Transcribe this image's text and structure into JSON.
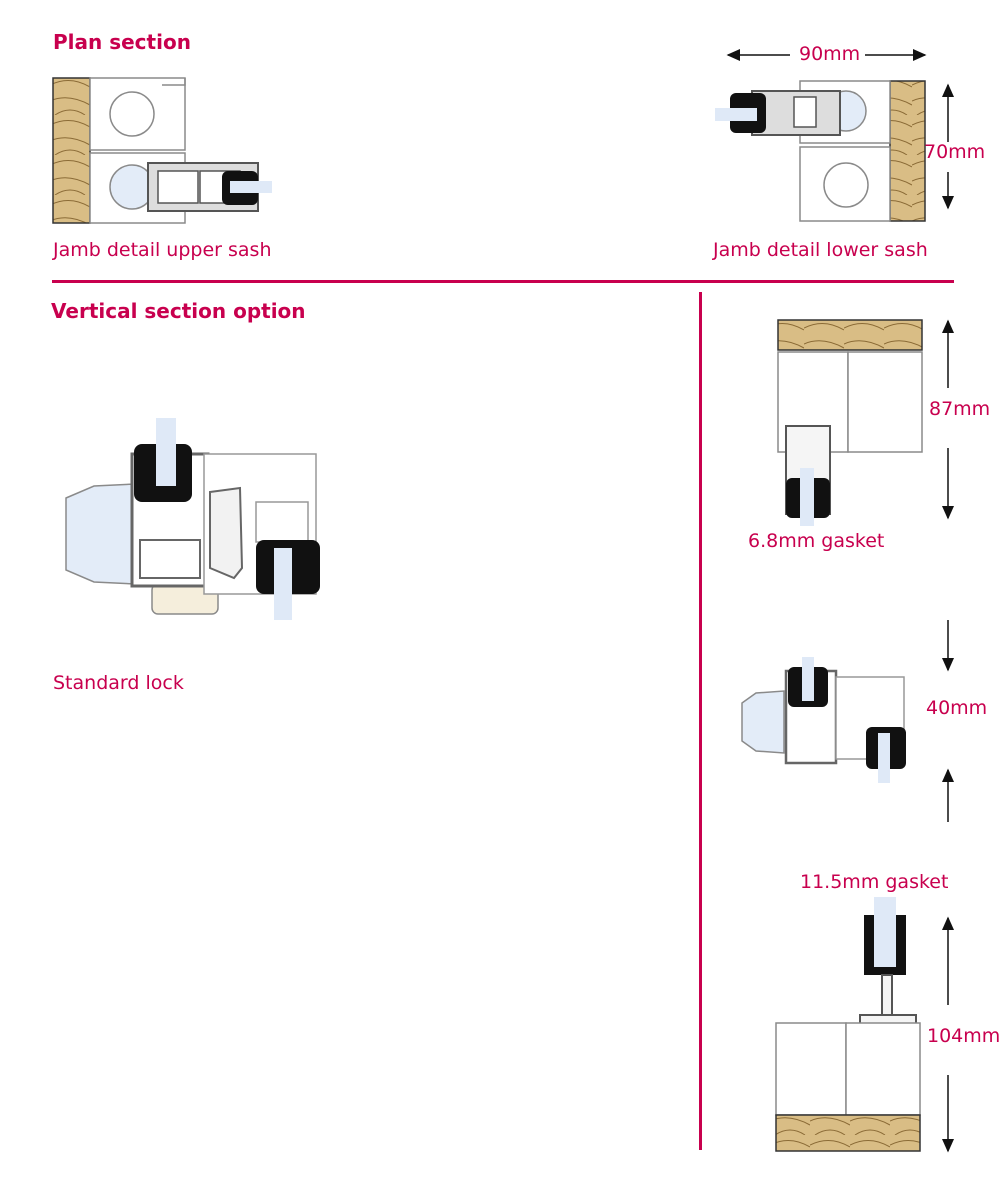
{
  "headings": {
    "plan_section": "Plan section",
    "vertical_section": "Vertical section option"
  },
  "captions": {
    "jamb_upper": "Jamb detail upper sash",
    "jamb_lower": "Jamb detail lower sash",
    "standard_lock": "Standard lock",
    "gasket_small": "6.8mm gasket",
    "gasket_large": "11.5mm gasket"
  },
  "dimensions": {
    "width_90": "90mm",
    "height_70": "70mm",
    "height_87": "87mm",
    "height_40": "40mm",
    "height_104": "104mm"
  },
  "colors": {
    "accent": "#c8004e",
    "timber": "#d9bd85",
    "profile_outline": "#8a8a8a",
    "glass": "#dfe9f7",
    "gasket": "#111111"
  }
}
